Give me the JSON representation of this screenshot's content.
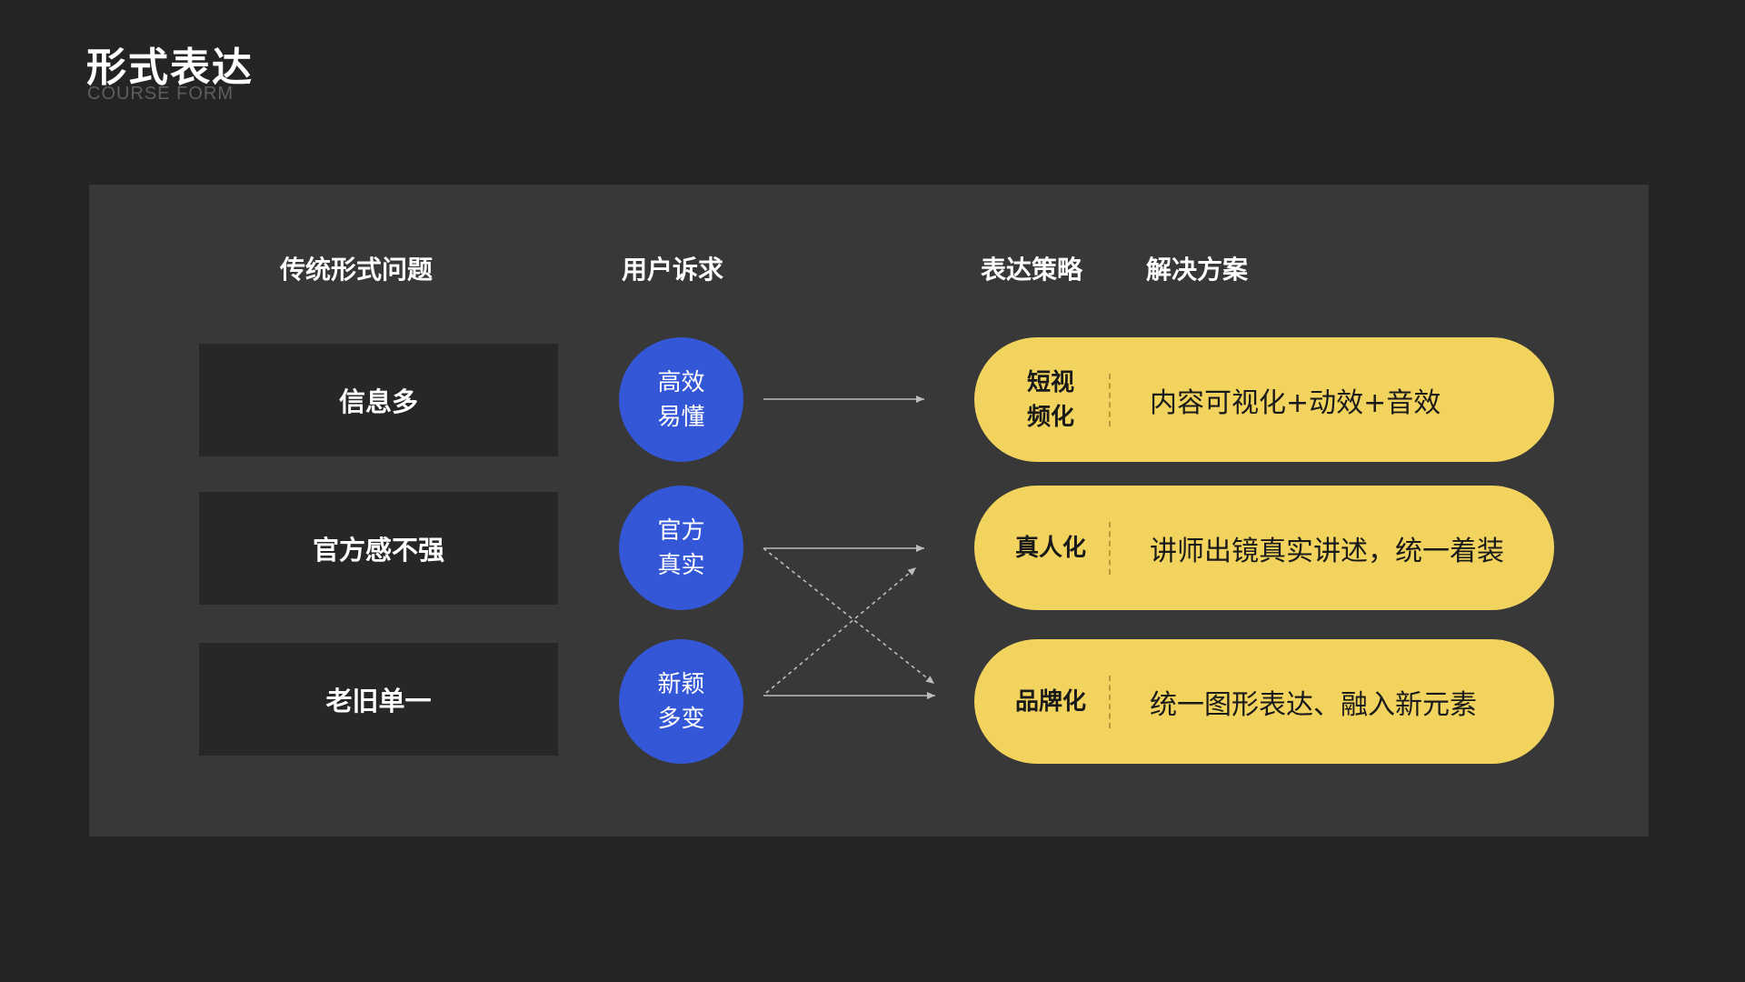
{
  "header": {
    "title": "形式表达",
    "subtitle": "COURSE FORM"
  },
  "columns": {
    "problems": "传统形式问题",
    "needs": "用户诉求",
    "strategy": "表达策略",
    "solution": "解决方案"
  },
  "rows": [
    {
      "problem": "信息多",
      "need_line1": "高效",
      "need_line2": "易懂",
      "strategy_line1": "短视",
      "strategy_line2": "频化",
      "solution": "内容可视化+动效+音效"
    },
    {
      "problem": "官方感不强",
      "need_line1": "官方",
      "need_line2": "真实",
      "strategy_line1": "真人化",
      "strategy_line2": "",
      "solution": "讲师出镜真实讲述，统一着装"
    },
    {
      "problem": "老旧单一",
      "need_line1": "新颖",
      "need_line2": "多变",
      "strategy_line1": "品牌化",
      "strategy_line2": "",
      "solution": "统一图形表达、融入新元素"
    }
  ],
  "colors": {
    "background": "#242424",
    "panel": "#383838",
    "problem_box": "#262828",
    "need_circle": "#3357d6",
    "strategy_pill": "#f2d35e",
    "arrow": "#bdbdbd"
  }
}
